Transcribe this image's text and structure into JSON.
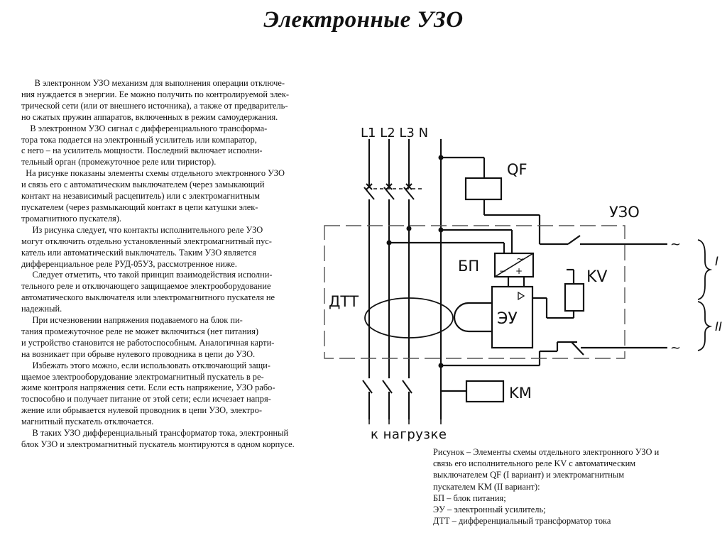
{
  "page": {
    "title": "Электронные УЗО"
  },
  "body_lines": [
    "      В электронном УЗО механизм для выполнения операции отключе-",
    "ния нуждается в энергии. Ее можно получить по контролируемой элек-",
    "трической сети (или от внешнего источника), а также от предваритель-",
    "но сжатых пружин аппаратов, включенных в режим самоудержания.",
    "    В электронном УЗО сигнал с дифференциального трансформа-",
    "тора тока подается на электронный усилитель или компаратор,",
    "с него – на усилитель мощности. Последний включает исполни-",
    "тельный орган (промежуточное реле или тиристор).",
    "  На рисунке показаны элементы схемы отдельного электронного УЗО",
    "и связь его с автоматическим выключателем (через замыкающий",
    "контакт на независимый расцепитель) или с электромагнитным",
    "пускателем (через размыкающий контакт в цепи катушки элек-",
    "тромагнитного пускателя).",
    "     Из рисунка следует, что контакты исполнительного реле УЗО",
    "могут отключить отдельно установленный электромагнитный пус-",
    "катель или автоматический выключатель. Таким УЗО является",
    "дифференциальное реле РУД-05УЗ, рассмотренное ниже.",
    "     Следует отметить, что такой принцип взаимодействия исполни-",
    "тельного реле и отключающего защищаемое электрооборудование",
    "автоматического выключателя или электромагнитного пускателя не",
    "надежный.",
    "     При исчезновении напряжения подаваемого на блок пи-",
    "тания промежуточное реле не может включиться (нет питания)",
    "и устройство становится не работоспособным. Аналогичная карти-",
    "на возникает при обрыве нулевого проводника в цепи до УЗО.",
    "     Избежать этого можно, если использовать отключающий защи-",
    "щаемое электрооборудование электромагнитный пускатель в ре-",
    "жиме контроля напряжения сети. Если есть напряжение, УЗО рабо-",
    "тоспособно и получает питание от этой сети; если исчезает напря-",
    "жение или обрывается нулевой проводник в цепи УЗО, электро-",
    "магнитный пускатель отключается.",
    "     В таких УЗО дифференциальный трансформатор тока, электронный",
    "блок УЗО и электромагнитный пускатель монтируются в одном корпусе."
  ],
  "diagram": {
    "lines_label": "L1 L2 L3  N",
    "qf": "QF",
    "uzo": "УЗО",
    "bp": "БП",
    "kv": "KV",
    "dtt": "ДТТ",
    "eu": "ЭУ",
    "km": "KM",
    "load": "к нагрузке",
    "variant1": "I",
    "variant2": "II",
    "tilde": "~",
    "minus": "−",
    "plus": "+"
  },
  "caption_lines": [
    "Рисунок  – Элементы схемы отдельного электронного УЗО и",
    "связь его исполнительного реле KV с автоматическим",
    "выключателем QF (I вариант) и электромагнитным",
    "пускателем KM (II вариант):",
    "БП – блок питания;",
    "ЭУ – электронный усилитель;",
    "ДТТ – дифференциальный трансформатор тока"
  ]
}
